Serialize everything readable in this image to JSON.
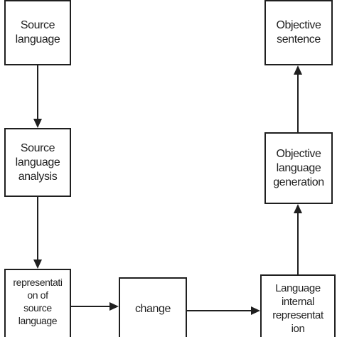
{
  "diagram": {
    "nodes": {
      "source_language": "Source\nlanguage",
      "source_language_analysis": "Source\nlanguage\nanalysis",
      "representation_of_source_language": "representati\non of\nsource\nlanguage",
      "change": "change",
      "language_internal_representation": "Language\ninternal\nrepresentat\nion",
      "objective_language_generation": "Objective\nlanguage\ngeneration",
      "objective_sentence": "Objective\nsentence"
    },
    "edges": [
      {
        "from": "source_language",
        "to": "source_language_analysis"
      },
      {
        "from": "source_language_analysis",
        "to": "representation_of_source_language"
      },
      {
        "from": "representation_of_source_language",
        "to": "change"
      },
      {
        "from": "change",
        "to": "language_internal_representation"
      },
      {
        "from": "language_internal_representation",
        "to": "objective_language_generation"
      },
      {
        "from": "objective_language_generation",
        "to": "objective_sentence"
      }
    ],
    "colors": {
      "stroke": "#1f1f1f",
      "text": "#1f1f1f",
      "background": "#ffffff"
    }
  }
}
